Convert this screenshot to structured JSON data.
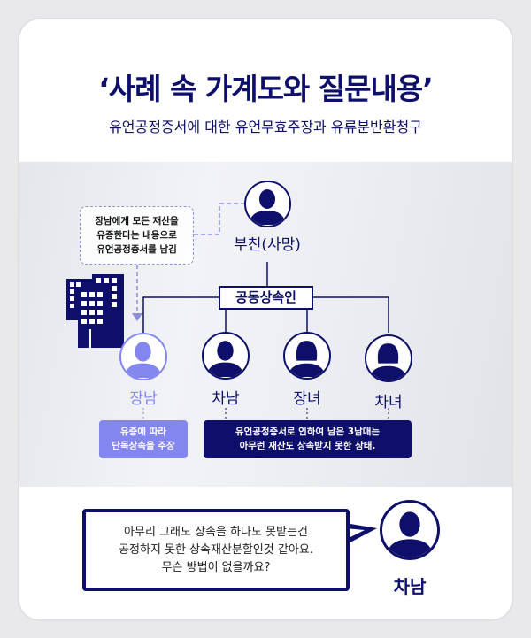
{
  "header": {
    "title": "‘사례 속 가계도와 질문내용’",
    "subtitle": "유언공정증서에 대한 유언무효주장과 유류분반환청구"
  },
  "diagram": {
    "note": [
      "장남에게 모든 재산을",
      "유증한다는 내용으로",
      "유언공정증서를 남김"
    ],
    "father": "부친(사망)",
    "heirs_label": "공동상속인",
    "children": [
      {
        "name": "장남",
        "gender": "male",
        "color": "#8486ef"
      },
      {
        "name": "차남",
        "gender": "male",
        "color": "#0d0f6b"
      },
      {
        "name": "장녀",
        "gender": "female",
        "color": "#0d0f6b"
      },
      {
        "name": "차녀",
        "gender": "female",
        "color": "#0d0f6b"
      }
    ],
    "box_eldest": [
      "유증에 따라",
      "단독상속을 주장"
    ],
    "box_others": [
      "유언공정증서로 인하여 남은 3남매는",
      "아무런 재산도 상속받지 못한 상태."
    ]
  },
  "question": {
    "lines": [
      "아무리 그래도 상속을 하나도 못받는건",
      "공정하지 못한 상속재산분할인것 같아요.",
      "무슨 방법이 없을까요?"
    ],
    "speaker": "차남"
  },
  "colors": {
    "navy": "#0d0f6b",
    "lavender": "#8486ef"
  }
}
